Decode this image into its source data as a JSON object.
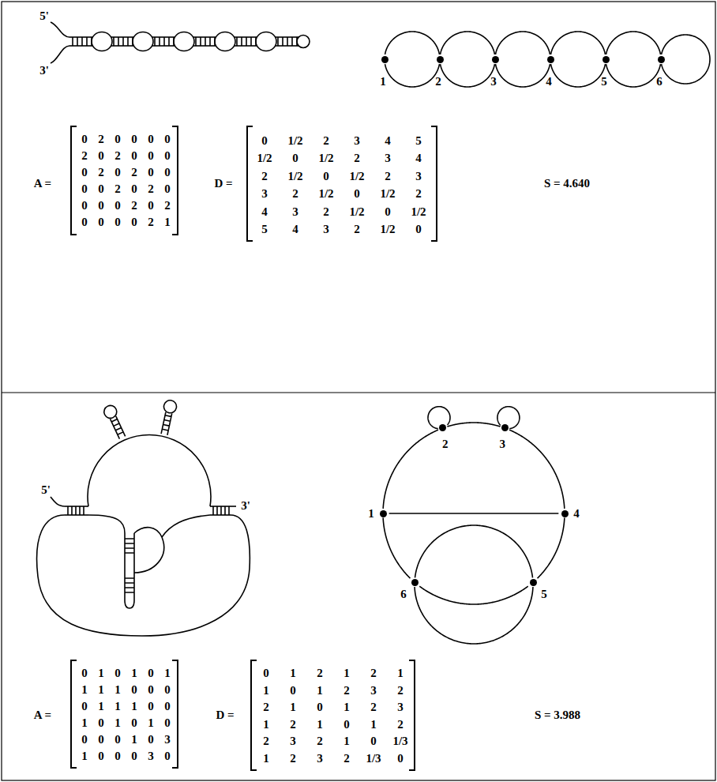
{
  "diagram": {
    "nodes": [
      {
        "text": [
          "1"
        ]
      },
      {
        "text": [
          "2"
        ]
      },
      {
        "text": [
          "3"
        ]
      },
      {
        "text": [
          "4"
        ]
      },
      {
        "text": [
          "5"
        ]
      },
      {
        "text": [
          "6"
        ]
      },
      {
        "text": [
          "1"
        ]
      },
      {
        "text": [
          "2"
        ]
      },
      {
        "text": [
          "3"
        ]
      },
      {
        "text": [
          "4"
        ]
      },
      {
        "text": [
          "5"
        ]
      },
      {
        "text": [
          "6"
        ]
      }
    ],
    "edges": [
      {
        "from": 0,
        "to": 1,
        "arrow": "none"
      },
      {
        "from": 0,
        "to": 1,
        "arrow": "none"
      },
      {
        "from": 1,
        "to": 2,
        "arrow": "none"
      },
      {
        "from": 1,
        "to": 2,
        "arrow": "none"
      },
      {
        "from": 2,
        "to": 3,
        "arrow": "none"
      },
      {
        "from": 2,
        "to": 3,
        "arrow": "none"
      },
      {
        "from": 3,
        "to": 4,
        "arrow": "none"
      },
      {
        "from": 3,
        "to": 4,
        "arrow": "none"
      },
      {
        "from": 4,
        "to": 5,
        "arrow": "none"
      },
      {
        "from": 4,
        "to": 5,
        "arrow": "none"
      },
      {
        "from": 5,
        "to": 5,
        "arrow": "none"
      },
      {
        "from": 6,
        "to": 7,
        "arrow": "none"
      },
      {
        "from": 7,
        "to": 8,
        "arrow": "none"
      },
      {
        "from": 8,
        "to": 9,
        "arrow": "none"
      },
      {
        "from": 6,
        "to": 9,
        "arrow": "none"
      },
      {
        "from": 9,
        "to": 10,
        "arrow": "none"
      },
      {
        "from": 10,
        "to": 11,
        "arrow": "none"
      },
      {
        "from": 10,
        "to": 11,
        "arrow": "none"
      },
      {
        "from": 10,
        "to": 11,
        "arrow": "none"
      },
      {
        "from": 11,
        "to": 6,
        "arrow": "none"
      },
      {
        "from": 7,
        "to": 7,
        "arrow": "none"
      },
      {
        "from": 8,
        "to": 8,
        "arrow": "none"
      }
    ],
    "labels": [
      "5'",
      "3'",
      "A =",
      "0",
      "2",
      "0",
      "0",
      "0",
      "0",
      "2",
      "0",
      "2",
      "0",
      "0",
      "0",
      "0",
      "2",
      "0",
      "2",
      "0",
      "0",
      "0",
      "0",
      "2",
      "0",
      "2",
      "0",
      "0",
      "0",
      "0",
      "2",
      "0",
      "2",
      "0",
      "0",
      "0",
      "0",
      "2",
      "1",
      "D =",
      "0",
      "1/2",
      "2",
      "3",
      "4",
      "5",
      "1/2",
      "0",
      "1/2",
      "2",
      "3",
      "4",
      "2",
      "1/2",
      "0",
      "1/2",
      "2",
      "3",
      "3",
      "2",
      "1/2",
      "0",
      "1/2",
      "2",
      "4",
      "3",
      "2",
      "1/2",
      "0",
      "1/2",
      "5",
      "4",
      "3",
      "2",
      "1/2",
      "0",
      "S = 4.640",
      "5'",
      "3'",
      "A =",
      "0",
      "1",
      "0",
      "1",
      "0",
      "1",
      "1",
      "1",
      "1",
      "0",
      "0",
      "0",
      "0",
      "1",
      "1",
      "1",
      "0",
      "0",
      "1",
      "0",
      "1",
      "0",
      "1",
      "0",
      "0",
      "0",
      "0",
      "1",
      "0",
      "3",
      "1",
      "0",
      "0",
      "0",
      "3",
      "0",
      "D =",
      "0",
      "1",
      "2",
      "1",
      "2",
      "1",
      "1",
      "0",
      "1",
      "2",
      "3",
      "2",
      "2",
      "1",
      "0",
      "1",
      "2",
      "3",
      "1",
      "2",
      "1",
      "0",
      "1",
      "2",
      "2",
      "3",
      "2",
      "1",
      "0",
      "1/3",
      "1",
      "2",
      "3",
      "2",
      "1/3",
      "0",
      "S = 3.988"
    ]
  }
}
